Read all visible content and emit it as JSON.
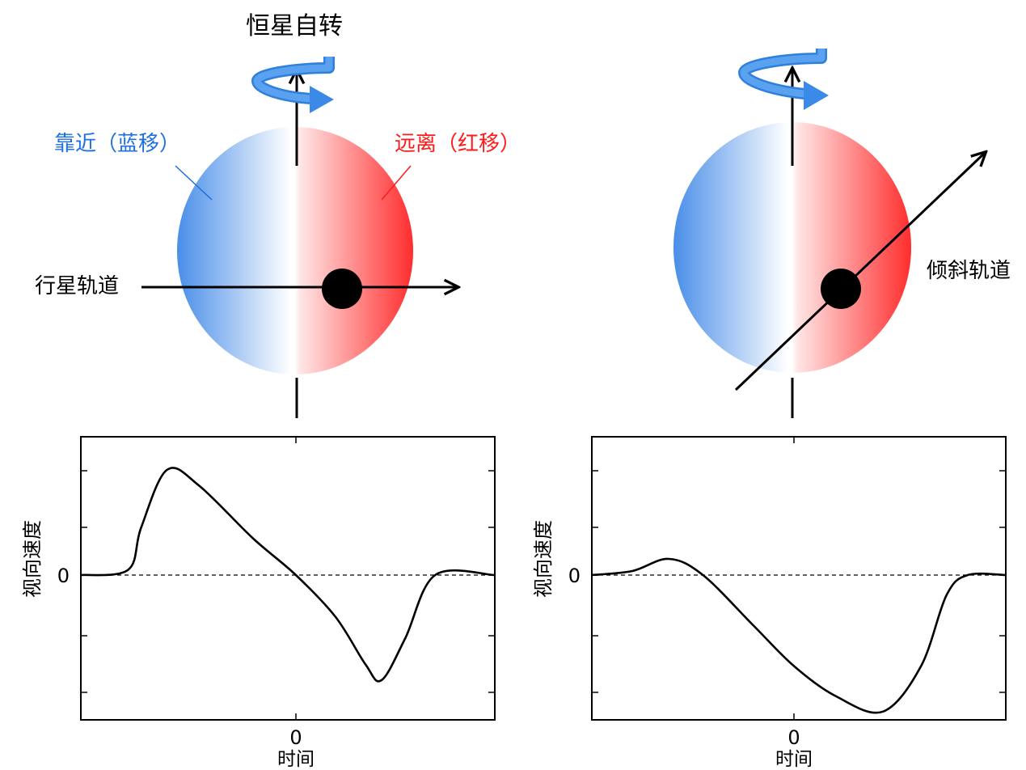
{
  "labels": {
    "star_rotation": "恒星自转",
    "approaching": "靠近（蓝移）",
    "receding": "远离（红移）",
    "planet_orbit": "行星轨道",
    "tilted_orbit": "倾斜轨道"
  },
  "colors": {
    "blue": "#1e6fe0",
    "red": "#ff1a1a",
    "arrow_blue": "#3d8ee8"
  },
  "chart_data": [
    {
      "type": "line",
      "title": "",
      "xlabel": "时间",
      "ylabel": "视向速度",
      "x_ticks": [
        "0"
      ],
      "y_ticks": [
        "0"
      ],
      "series": [
        {
          "x": [
            -1.0,
            -0.78,
            -0.72,
            -0.6,
            -0.45,
            -0.2,
            0.0,
            0.2,
            0.35,
            0.43,
            0.55,
            0.7,
            1.0
          ],
          "values": [
            0.0,
            0.05,
            0.45,
            1.0,
            0.85,
            0.35,
            0.0,
            -0.4,
            -0.85,
            -1.0,
            -0.6,
            0.0,
            0.0
          ]
        }
      ]
    },
    {
      "type": "line",
      "title": "",
      "xlabel": "时间",
      "ylabel": "视向速度",
      "x_ticks": [
        "0"
      ],
      "y_ticks": [
        "0"
      ],
      "series": [
        {
          "x": [
            -1.0,
            -0.8,
            -0.62,
            -0.45,
            -0.2,
            0.0,
            0.2,
            0.42,
            0.6,
            0.72,
            0.82,
            1.0
          ],
          "values": [
            0.0,
            0.04,
            0.16,
            0.0,
            -0.5,
            -0.9,
            -1.2,
            -1.35,
            -0.9,
            -0.2,
            0.0,
            0.0
          ]
        }
      ]
    }
  ]
}
